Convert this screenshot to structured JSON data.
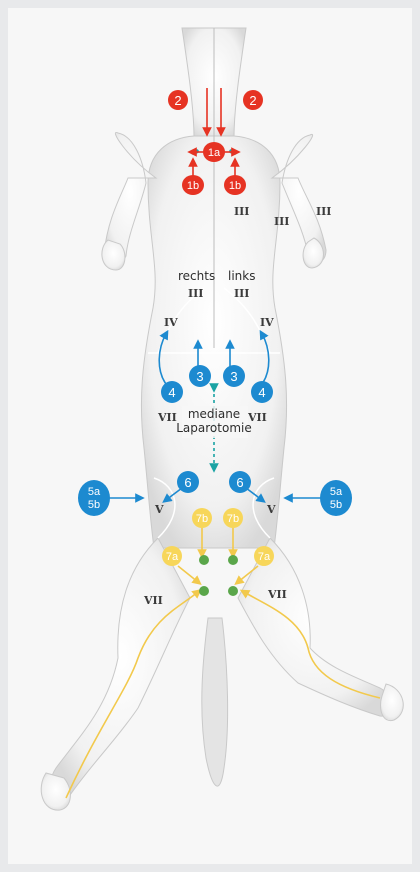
{
  "colors": {
    "red": "#e63323",
    "blue": "#1d8ad0",
    "yellow": "#f7d65a",
    "green": "#5aa64a",
    "teal": "#1aa3a4",
    "body": "#ffffff",
    "body_shade": "#dcdcdc"
  },
  "badges": {
    "b2_left": "2",
    "b2_right": "2",
    "b1a": "1a",
    "b1b_left": "1b",
    "b1b_right": "1b",
    "b3_left": "3",
    "b3_right": "3",
    "b4_left": "4",
    "b4_right": "4",
    "b6_left": "6",
    "b6_right": "6",
    "b5_left_top": "5a",
    "b5_left_bottom": "5b",
    "b5_right_top": "5a",
    "b5_right_bottom": "5b",
    "b7b_left": "7b",
    "b7b_right": "7b",
    "b7a_left": "7a",
    "b7a_right": "7a"
  },
  "regions": {
    "iii_center": "III",
    "iii_right": "III",
    "iii_far_right": "III",
    "iii_rechts": "III",
    "iii_links": "III",
    "iv_left": "IV",
    "iv_right": "IV",
    "v_left": "V",
    "v_right": "V",
    "vii_mid_left": "VII",
    "vii_mid_right": "VII",
    "vii_low_left": "VII",
    "vii_low_right": "VII"
  },
  "text": {
    "rechts": "rechts",
    "links": "links",
    "mediane_line1": "mediane",
    "mediane_line2": "Laparotomie"
  }
}
